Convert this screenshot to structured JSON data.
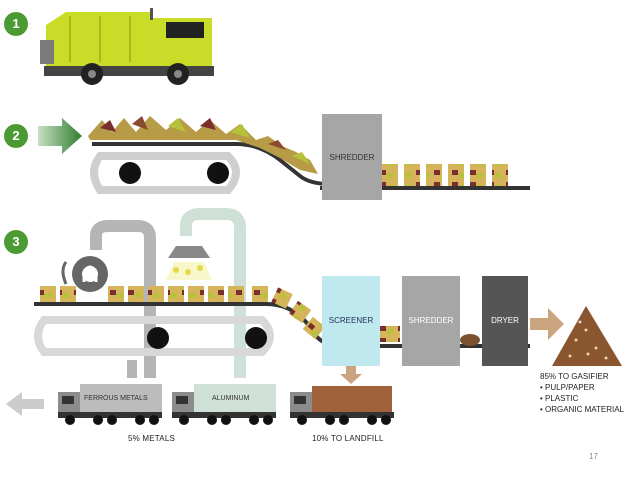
{
  "steps": [
    "1",
    "2",
    "3"
  ],
  "stage2": {
    "shredder_label": "SHREDDER"
  },
  "stage3": {
    "screener_label": "SCREENER",
    "shredder_label": "SHREDDER",
    "dryer_label": "DRYER",
    "truck_ferrous_label": "FERROUS METALS",
    "truck_aluminum_label": "ALUMINUM",
    "metals_caption": "5% METALS",
    "landfill_caption": "10% TO LANDFILL",
    "gasifier_caption": "85% TO GASIFIER",
    "gasifier_items": [
      "• PULP/PAPER",
      "• PLASTIC",
      "• ORGANIC MATERIAL"
    ]
  },
  "page_number": "17",
  "colors": {
    "step_green": "#4c9a34",
    "truck_lime": "#c8dc28",
    "belt_gray": "#333333",
    "screener_cyan": "#bfe8ef",
    "shredder_gray": "#a6a6a6",
    "dryer_dark": "#555555",
    "landfill_brown": "#a0623a",
    "arrow_tan": "#c9a47e"
  }
}
